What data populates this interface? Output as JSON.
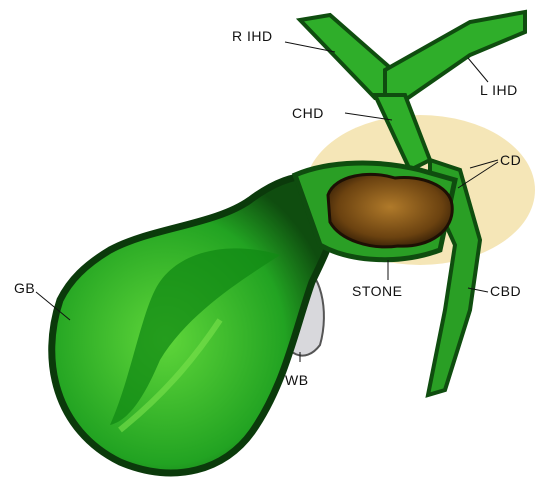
{
  "labels": {
    "r_ihd": "R IHD",
    "l_ihd": "L IHD",
    "chd": "CHD",
    "cd": "CD",
    "gb": "GB",
    "stone": "STONE",
    "cbd": "CBD",
    "wb": "WB"
  },
  "colors": {
    "green_dark": "#0f4d0f",
    "green_mid": "#1f9a1f",
    "green_light": "#5fd63a",
    "stone_brown": "#6b4210",
    "stone_light": "#9a6a22",
    "halo_yellow": "#e8c860",
    "gray_sac": "#d8d8dc"
  }
}
